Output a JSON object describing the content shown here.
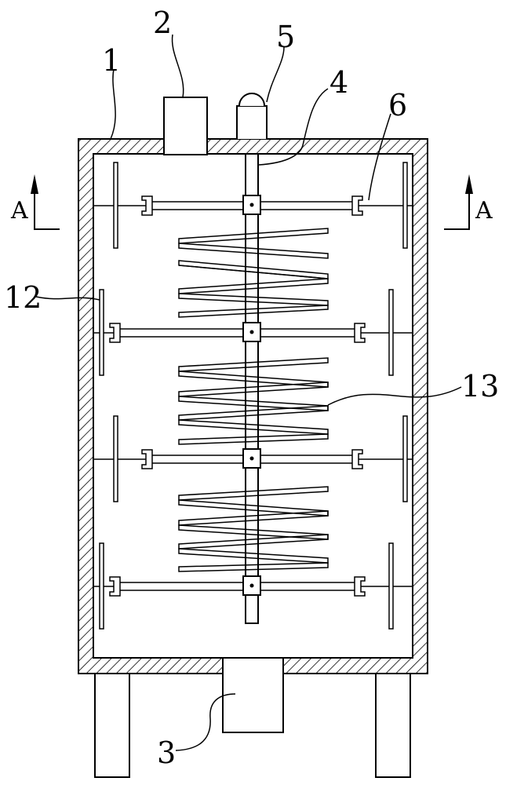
{
  "labels": {
    "l1": "1",
    "l2": "2",
    "l3": "3",
    "l4": "4",
    "l5": "5",
    "l6": "6",
    "l12": "12",
    "l13": "13"
  },
  "section": {
    "left": "A",
    "right": "A"
  },
  "colors": {
    "line": "#000000",
    "background": "#ffffff"
  }
}
